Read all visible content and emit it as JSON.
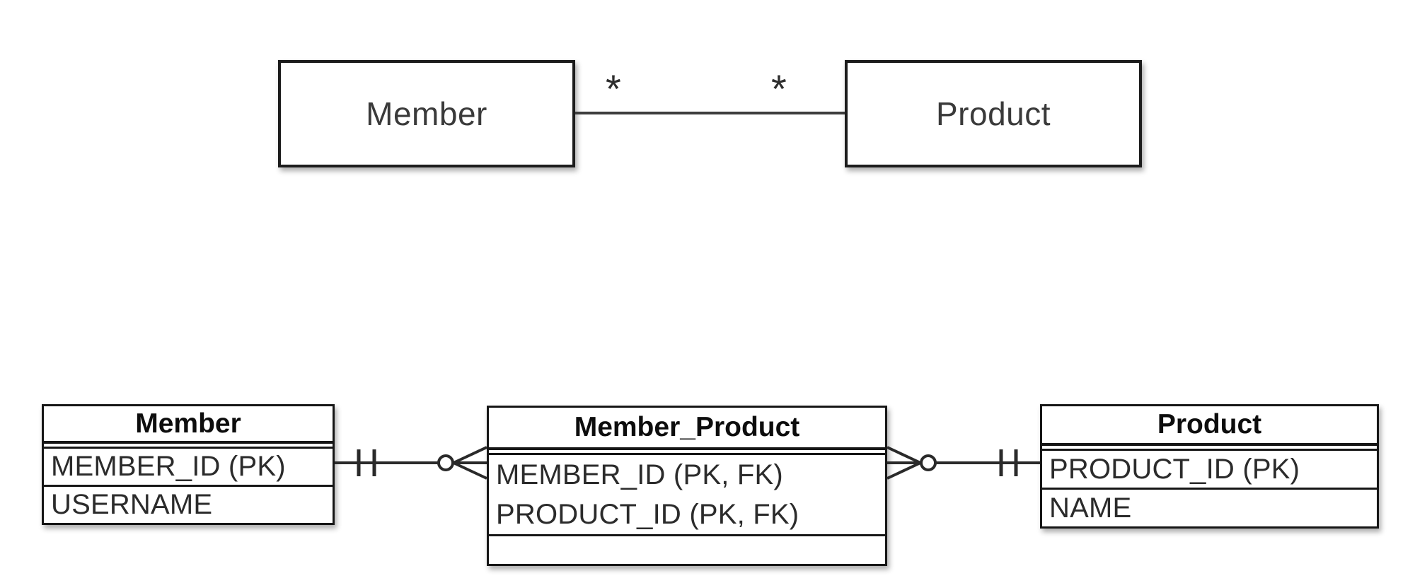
{
  "uml": {
    "member_label": "Member",
    "product_label": "Product",
    "left_multiplicity": "*",
    "right_multiplicity": "*"
  },
  "erd": {
    "member": {
      "title": "Member",
      "rows": [
        "MEMBER_ID (PK)",
        "USERNAME"
      ]
    },
    "member_product": {
      "title": "Member_Product",
      "rows": [
        "MEMBER_ID (PK, FK)",
        "PRODUCT_ID (PK, FK)"
      ]
    },
    "product": {
      "title": "Product",
      "rows": [
        "PRODUCT_ID (PK)",
        "NAME"
      ]
    },
    "relationships": {
      "member_side": "one-and-only-one",
      "member_product_left_side": "zero-or-many",
      "member_product_right_side": "zero-or-many",
      "product_side": "one-and-only-one"
    }
  },
  "colors": {
    "stroke": "#161616",
    "connector": "#2a2a2a",
    "class_text": "#3a3a3a",
    "row_text": "#2b2b2b",
    "background": "#ffffff"
  }
}
